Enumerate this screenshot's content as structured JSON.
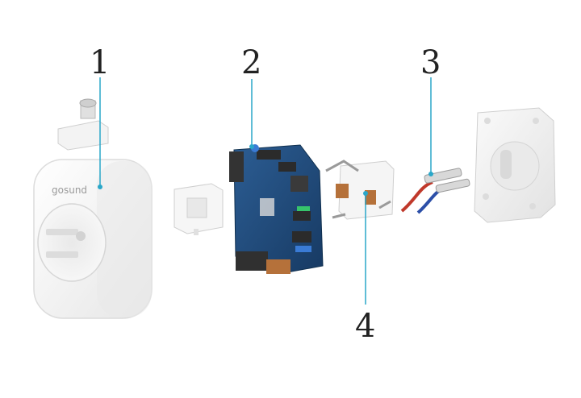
{
  "callouts": [
    {
      "id": "1",
      "label": "1"
    },
    {
      "id": "2",
      "label": "2"
    },
    {
      "id": "3",
      "label": "3"
    },
    {
      "id": "4",
      "label": "4"
    }
  ],
  "brand_text": "gosund",
  "colors": {
    "leader_line": "#2aa7c9",
    "plastic": "#f4f4f4",
    "pcb": "#1f4a7a",
    "wire_red": "#c0392b",
    "wire_blue": "#2c4fa8",
    "brass": "#b5713a"
  }
}
